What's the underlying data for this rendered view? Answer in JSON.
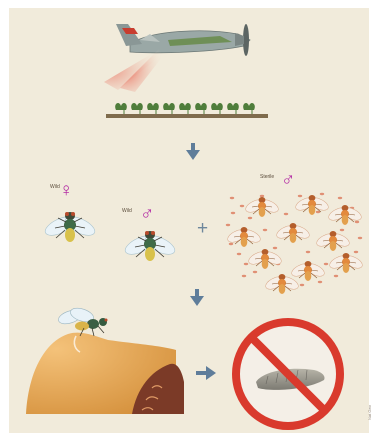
{
  "labels": {
    "wild_female": "Wild",
    "wild_male": "Wild",
    "sterile_males": "Sterile"
  },
  "symbols": {
    "female": "♀",
    "male": "♂",
    "plus": "+"
  },
  "credit": "Nat Geo"
}
